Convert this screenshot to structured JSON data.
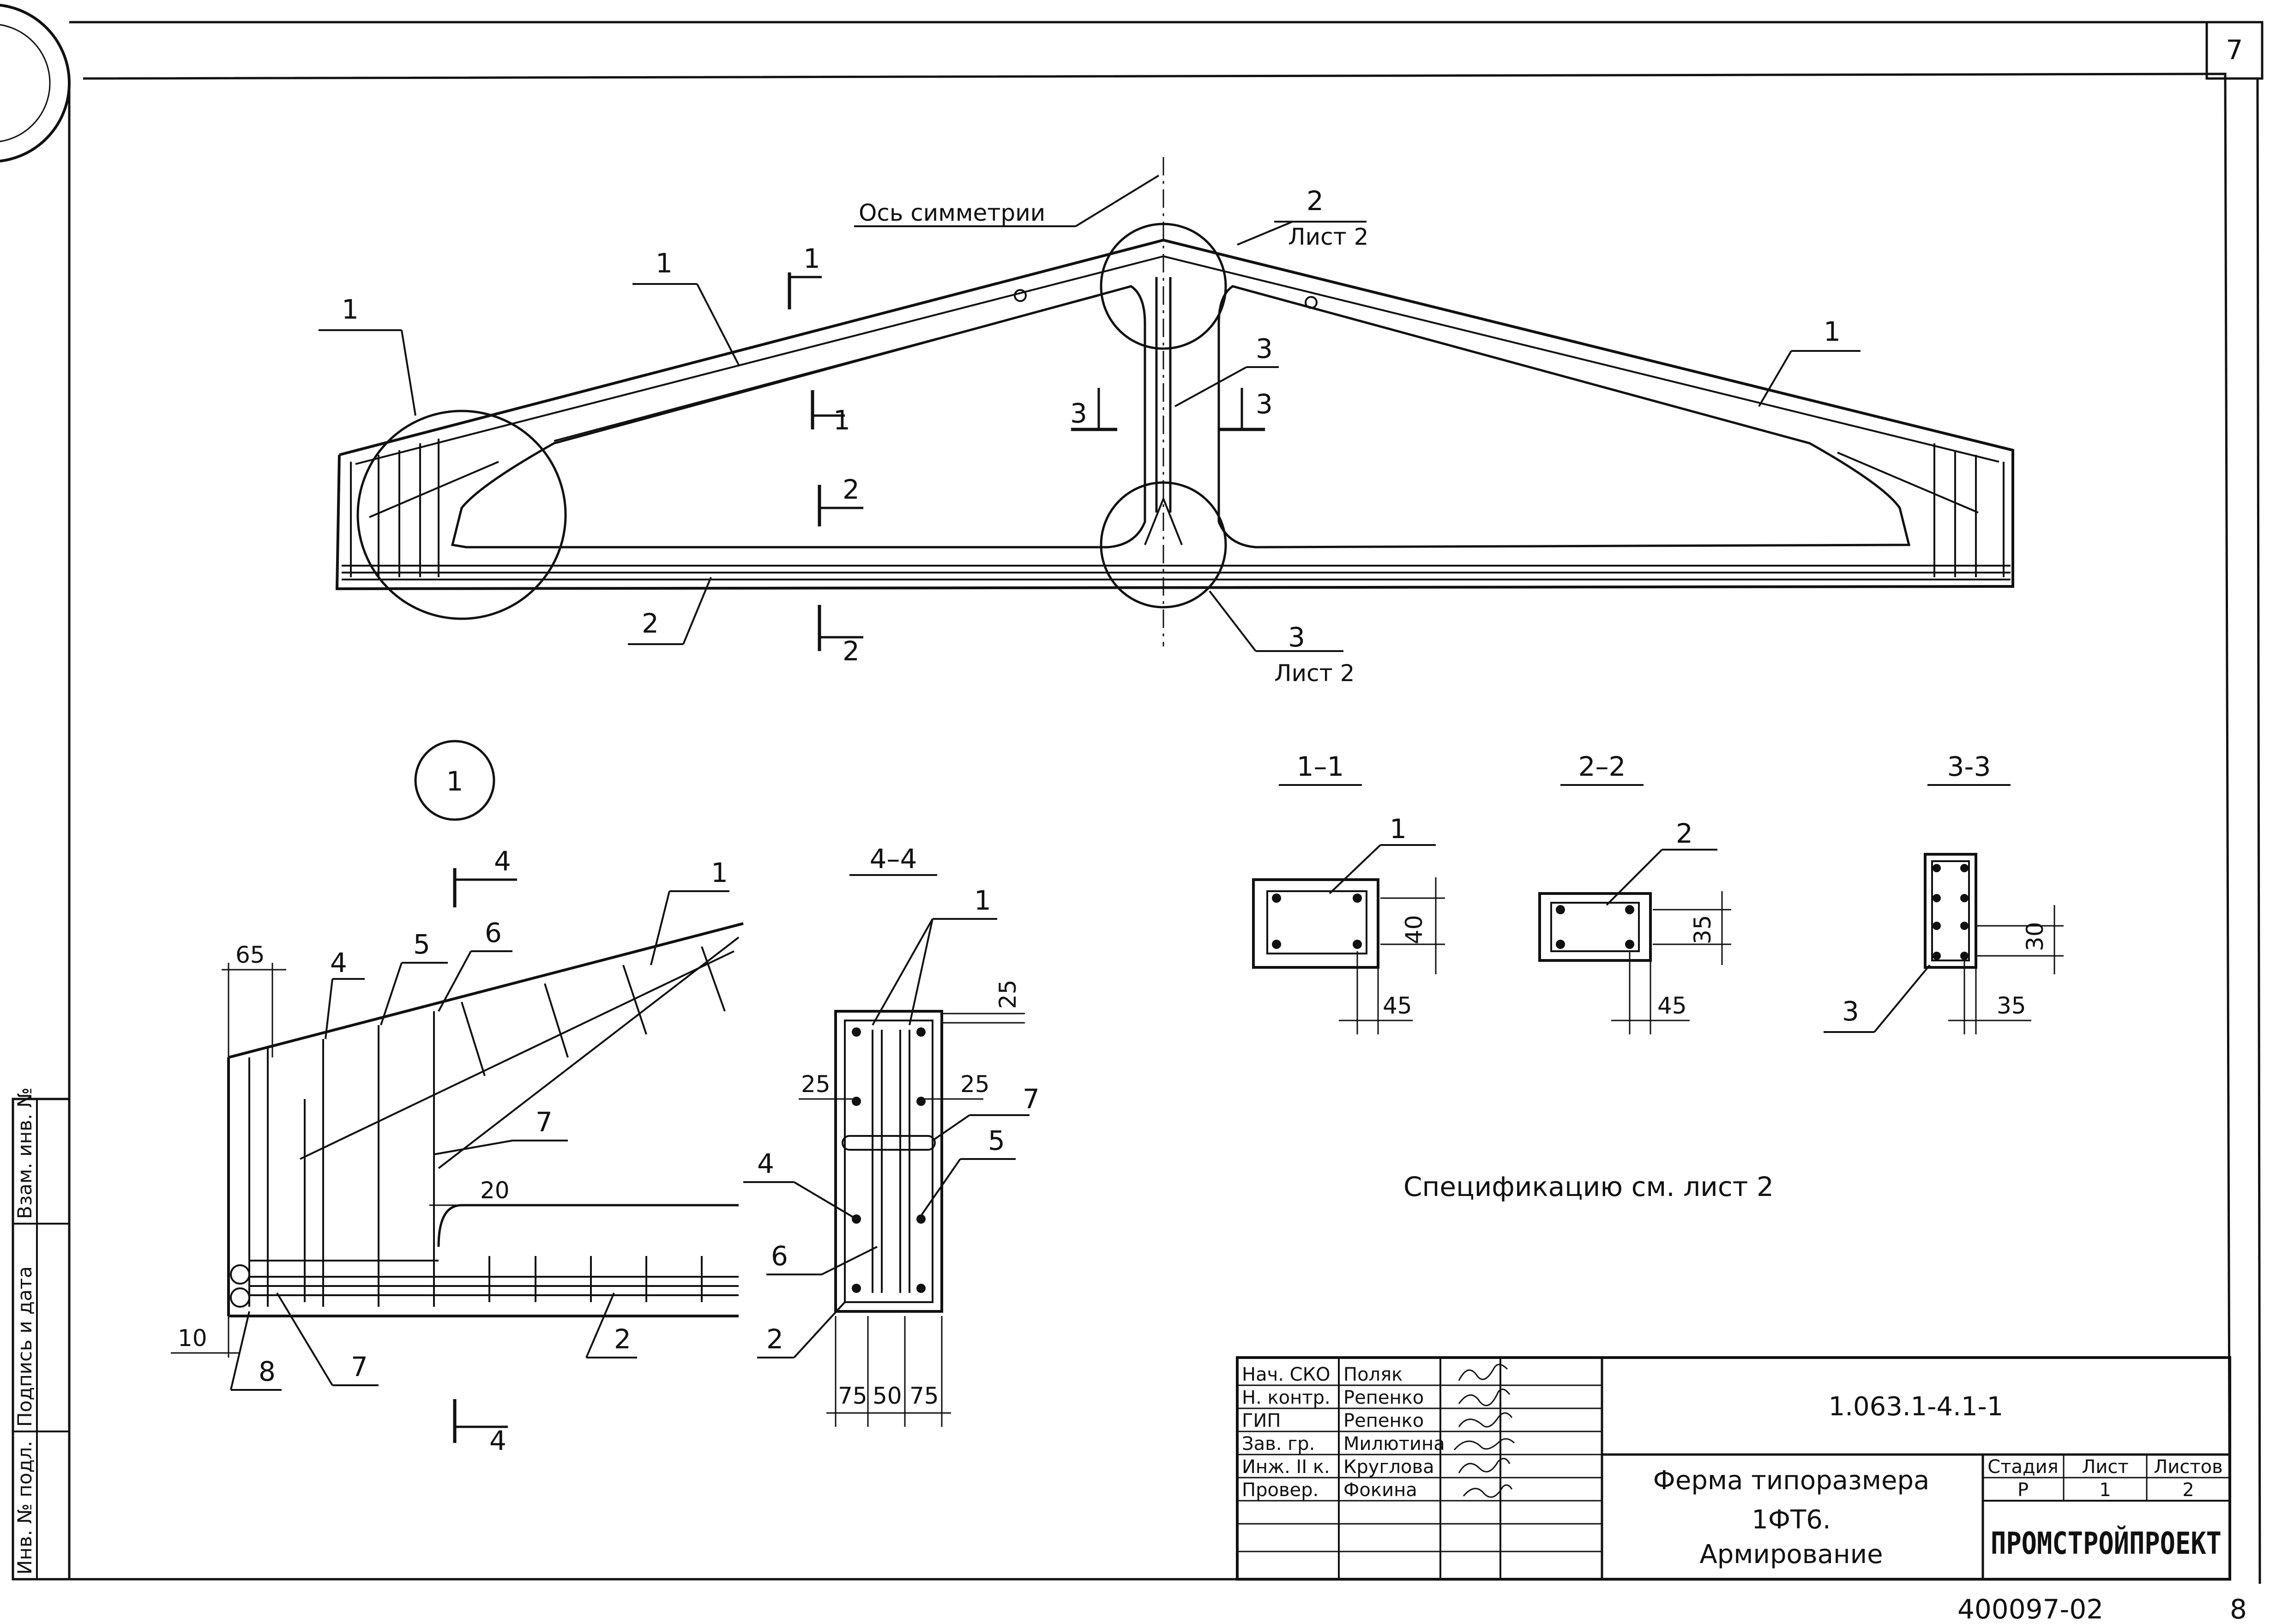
{
  "sheet": {
    "corner_number": "7",
    "footer_code": "400097-02",
    "footer_page": "8"
  },
  "elevation": {
    "symmetry_axis": "Ось симметрии",
    "node_2_num": "2",
    "node_2_sheet": "Лист 2",
    "node_3_num": "3",
    "node_3_sheet": "Лист 2",
    "callout_left_top": "1",
    "callout_top_chord": "1",
    "callout_right_chord": "1",
    "callout_web": "3",
    "callout_bottom": "2",
    "cut_1_top": "1",
    "cut_1_bottom": "1",
    "cut_2_top": "2",
    "cut_2_bottom": "2",
    "cut_3_left": "3",
    "cut_3_right": "3"
  },
  "detail": {
    "circle_label": "1",
    "cut_4_top": "4",
    "cut_4_bottom": "4",
    "dim_65": "65",
    "dim_20": "20",
    "dim_10": "10",
    "pos_1": "1",
    "pos_2": "2",
    "pos_4": "4",
    "pos_5": "5",
    "pos_6": "6",
    "pos_7a": "7",
    "pos_7b": "7",
    "pos_8": "8"
  },
  "section_44": {
    "title": "4–4",
    "pos_1": "1",
    "pos_2": "2",
    "pos_4": "4",
    "pos_5": "5",
    "pos_6": "6",
    "pos_7": "7",
    "dim_25_top": "25",
    "dim_25_left": "25",
    "dim_25_right": "25",
    "dim_75_left": "75",
    "dim_50": "50",
    "dim_75_right": "75"
  },
  "sections": [
    {
      "title": "1–1",
      "pos": "1",
      "dim_v": "40",
      "dim_h": "45"
    },
    {
      "title": "2–2",
      "pos": "2",
      "dim_v": "35",
      "dim_h": "45"
    },
    {
      "title": "3-3",
      "pos": "3",
      "dim_v": "30",
      "dim_h": "35"
    }
  ],
  "note": "Спецификацию см. лист 2",
  "side_stamp": {
    "inv_podl": "Инв. № подл.",
    "podpis_data": "Подпись и дата",
    "vzam_inv": "Взам. инв. №"
  },
  "title_block": {
    "rows": [
      {
        "role": "Нач. СКО",
        "name": "Поляк"
      },
      {
        "role": "Н. контр.",
        "name": "Репенко"
      },
      {
        "role": "ГИП",
        "name": "Репенко"
      },
      {
        "role": "Зав. гр.",
        "name": "Милютина"
      },
      {
        "role": "Инж. II к.",
        "name": "Круглова"
      },
      {
        "role": "Провер.",
        "name": "Фокина"
      }
    ],
    "doc_code": "1.063.1-4.1-1",
    "title_line1": "Ферма типоразмера",
    "title_line2": "1ФТ6.",
    "title_line3": "Армирование",
    "stage_label": "Стадия",
    "sheet_label": "Лист",
    "sheets_label": "Листов",
    "stage_value": "Р",
    "sheet_value": "1",
    "sheets_value": "2",
    "organization": "ПРОМСТРОЙПРОЕКТ"
  }
}
